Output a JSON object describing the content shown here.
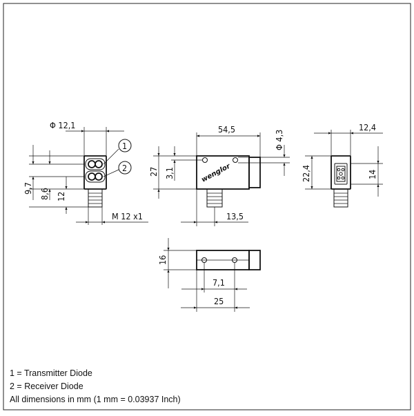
{
  "front_view": {
    "dims": {
      "diameter": "Φ 12,1",
      "d_97": "9,7",
      "d_86": "8,6",
      "d_12": "12",
      "thread": "M 12 x1"
    },
    "callouts": [
      "1",
      "2"
    ]
  },
  "side_view": {
    "dims": {
      "length": "54,5",
      "height": "27",
      "d_31": "3,1",
      "hole": "Φ 4,3",
      "d_135": "13,5"
    },
    "brand": "wenglor"
  },
  "right_view": {
    "dims": {
      "width": "12,4",
      "height": "22,4",
      "d_14": "14"
    }
  },
  "bottom_view": {
    "dims": {
      "height": "16",
      "d_71": "7,1",
      "d_25": "25"
    }
  },
  "legend": {
    "line1": "1 = Transmitter Diode",
    "line2": "2 = Receiver Diode",
    "line3": "All dimensions in mm (1 mm = 0.03937 Inch)"
  }
}
